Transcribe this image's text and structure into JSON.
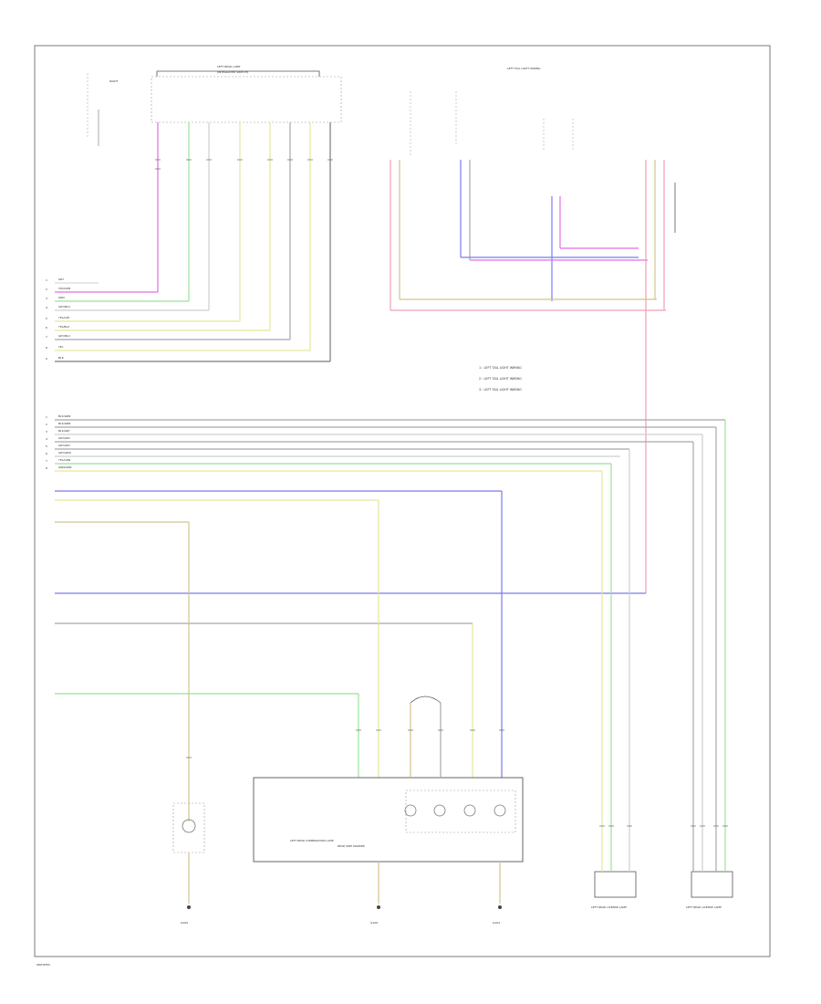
{
  "diagram": {
    "page_code": "WDH3FPS",
    "colors": {
      "frame": "#7a7a7a",
      "wire_magenta": "#e070e0",
      "wire_green": "#9be29b",
      "wire_yellow": "#e6e69a",
      "wire_grey": "#a8a8a8",
      "wire_blue": "#7a7aee",
      "wire_pink": "#f0a0b4",
      "wire_tan": "#d2c48c",
      "wire_white": "#cfcfcf"
    },
    "left_bus_labels": [
      "1",
      "2",
      "3",
      "4",
      "5",
      "6",
      "7",
      "8",
      "9"
    ],
    "left_bus_wires": [
      "GRY",
      "VIO/GRN",
      "GRN",
      "GRY/BLU",
      "YEL/GRY",
      "YEL/BLU",
      "GRY/BLU",
      "YEL",
      "BLK"
    ],
    "mid_bus_labels": [
      "1",
      "2",
      "3",
      "4",
      "5",
      "6",
      "7",
      "8"
    ],
    "mid_bus_wires": [
      "BLK/GRN",
      "BLK/GRN",
      "BLK/GRY",
      "GRY/GRY",
      "GRY/GRY",
      "GRY/GRN",
      "YEL/GRN",
      "GRN/GRN"
    ],
    "legend_notes": [
      "1  : LEFT TAIL LIGHT WIRING",
      "2  : LEFT TAIL LIGHT WIRING",
      "3  : LEFT TAIL LIGHT WIRING"
    ],
    "ground_labels": [
      "G209",
      "G106",
      "G104"
    ],
    "component_labels": {
      "left_top_block": "LEFT REAR LAMP",
      "left_top_sub": "(INTEGRATED SWITCH)",
      "center_top_block": "LEFT TAIL LIGHT WIRING",
      "lower_module": "LEFT REAR COMBINATION LAMP",
      "lower_module_sub": "REAR SIDE MARKER",
      "lower_right_1": "LEFT REAR LICENSE LAMP",
      "lower_right_2": "LEFT REAR LICENSE LAMP"
    }
  }
}
